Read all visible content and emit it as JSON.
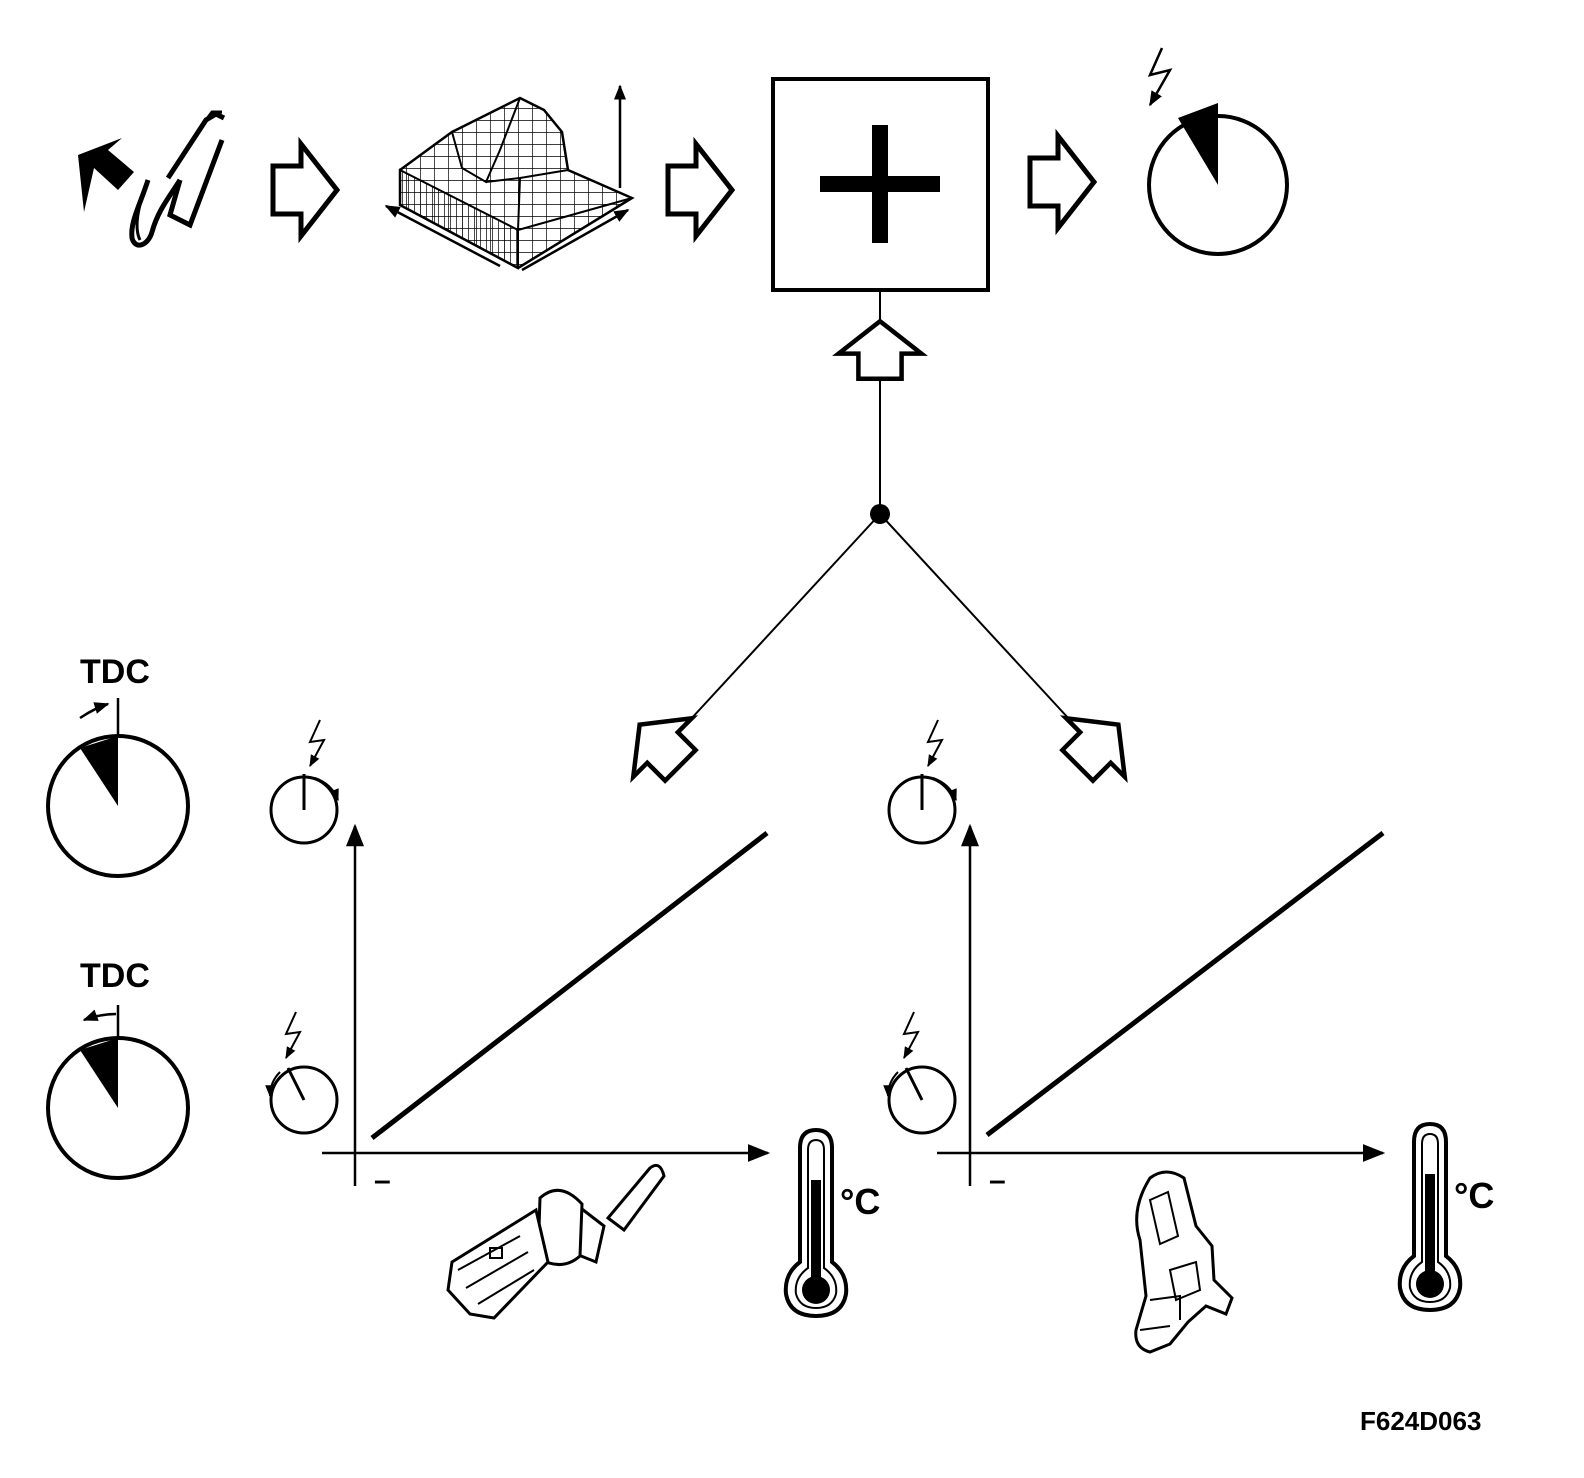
{
  "labels": {
    "tdc_top": "TDC",
    "tdc_bottom": "TDC",
    "degree_left": "°C",
    "degree_right": "°C",
    "minus_left": "–",
    "minus_right": "–",
    "figure_ref": "F624D063"
  },
  "icons": [
    "accelerator-pedal-icon",
    "ignition-map-3d-icon",
    "sum-block-icon",
    "ignition-advance-dial-icon",
    "crank-tdc-advance-dial-icon",
    "crank-tdc-retard-dial-icon",
    "coolant-temperature-sensor-icon",
    "air-temperature-sensor-icon",
    "thermometer-icon"
  ],
  "colors": {
    "ink": "#000000",
    "paper": "#ffffff"
  }
}
